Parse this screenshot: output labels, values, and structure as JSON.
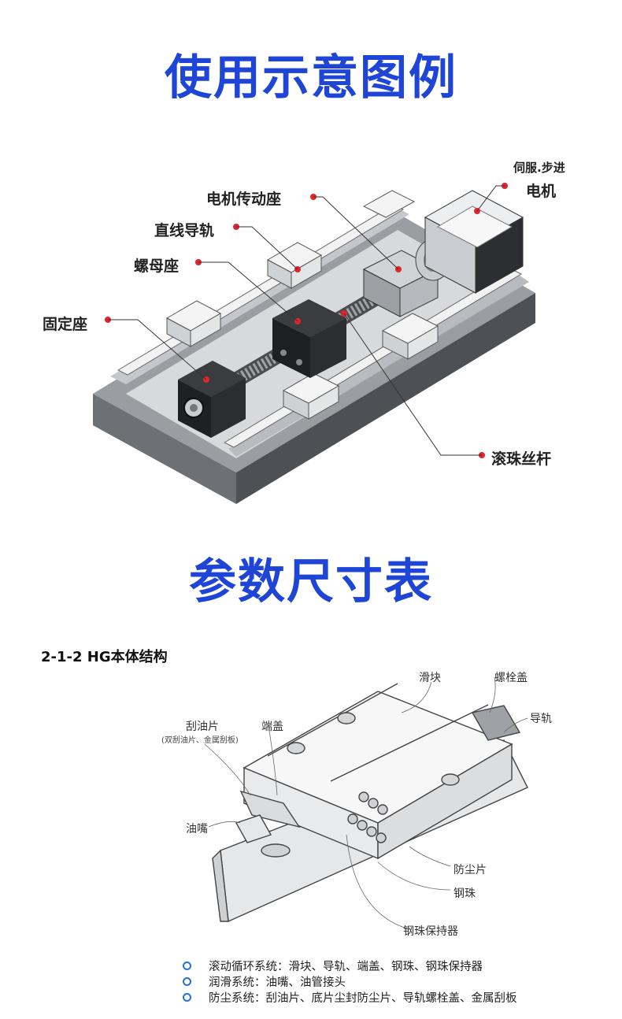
{
  "section1": {
    "title": "使用示意图例"
  },
  "callouts": {
    "motor_drive_seat": "电机传动座",
    "servo_stepper": "伺服.步进",
    "motor": "电机",
    "linear_guide": "直线导轨",
    "nut_seat": "螺母座",
    "fixed_seat": "固定座",
    "ball_screw": "滚珠丝杆"
  },
  "section2": {
    "title": "参数尺寸表"
  },
  "hg": {
    "title": "2-1-2 HG本体结构",
    "labels": {
      "slider": "滑块",
      "bolt_cap": "螺栓盖",
      "rail": "导轨",
      "scraper": "刮油片",
      "scraper_sub": "(双刮油片、金属刮板)",
      "end_cap": "端盖",
      "grease_nipple": "油嘴",
      "dust_seal": "防尘片",
      "steel_ball": "钢珠",
      "ball_retainer": "钢珠保持器"
    }
  },
  "legend": [
    "滚动循环系统：滑块、导轨、端盖、钢珠、钢珠保持器",
    "润滑系统：油嘴、油管接头",
    "防尘系统：刮油片、底片尘封防尘片、导轨螺栓盖、金属刮板"
  ],
  "colors": {
    "title_blue": "#1f45d6",
    "marker_red": "#e0262b",
    "legend_bullet": "#2a6fd6"
  }
}
